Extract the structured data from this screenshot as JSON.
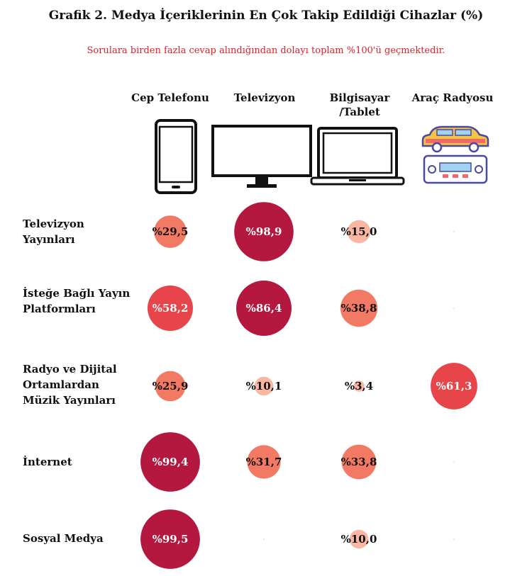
{
  "title": "Grafik 2. Medya İçeriklerinin En Çok Takip Edildiği Cihazlar (%)",
  "subtitle": "Sorulara birden fazla cevap alındığından dolayı toplam %100'ü geçmektedir.",
  "colors": {
    "low": "#f9b7a3",
    "mid": "#f27a65",
    "high": "#e8454a",
    "top": "#b5183e",
    "empty": "#cccccc"
  },
  "chart_data": {
    "type": "bubble-table",
    "columns": [
      "Cep Telefonu",
      "Televizyon",
      "Bilgisayar\n/Tablet",
      "Araç Radyosu"
    ],
    "column_icons": [
      "phone-icon",
      "tv-icon",
      "laptop-icon",
      "car-radio-icon"
    ],
    "rows": [
      {
        "label": "Televizyon Yayınları",
        "values": [
          29.5,
          98.9,
          15.0,
          null
        ],
        "texts": [
          "%29,5",
          "%98,9",
          "%15,0",
          ""
        ]
      },
      {
        "label": "İsteğe Bağlı Yayın Platformları",
        "values": [
          58.2,
          86.4,
          38.8,
          null
        ],
        "texts": [
          "%58,2",
          "%86,4",
          "%38,8",
          ""
        ]
      },
      {
        "label": "Radyo ve Dijital Ortamlardan Müzik Yayınları",
        "values": [
          25.9,
          10.1,
          3.4,
          61.3
        ],
        "texts": [
          "%25,9",
          "%10,1",
          "%3,4",
          "%61,3"
        ]
      },
      {
        "label": "İnternet",
        "values": [
          99.4,
          31.7,
          33.8,
          null
        ],
        "texts": [
          "%99,4",
          "%31,7",
          "%33,8",
          ""
        ]
      },
      {
        "label": "Sosyal Medya",
        "values": [
          99.5,
          null,
          10.0,
          null
        ],
        "texts": [
          "%99,5",
          "",
          "%10,0",
          ""
        ]
      }
    ]
  }
}
